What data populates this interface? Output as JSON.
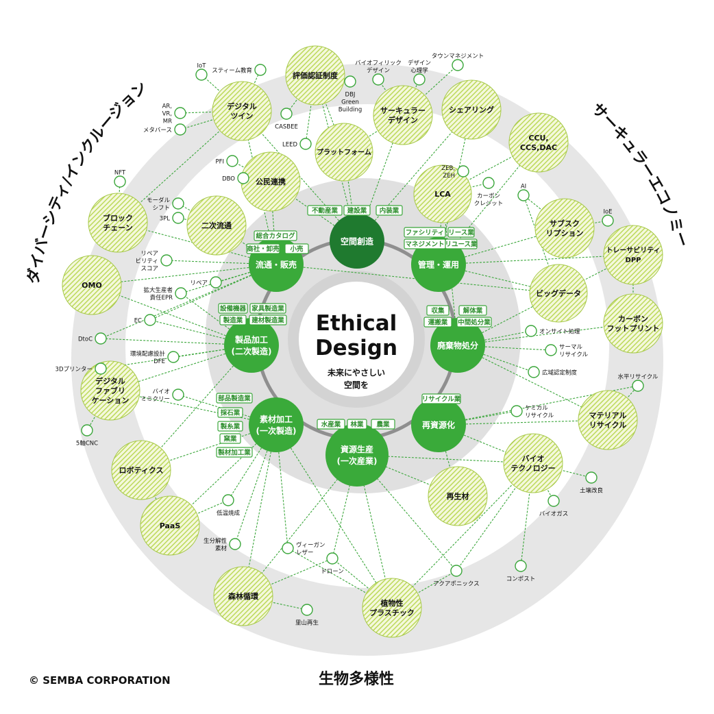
{
  "center": {
    "title_line1": "Ethical",
    "title_line2": "Design",
    "sub_line1": "未来にやさしい",
    "sub_line2": "空間を"
  },
  "themes": {
    "left": "ダイバーシティ/インクルージョン",
    "right": "サーキュラーエコノミー",
    "bottom": "生物多様性"
  },
  "copyright": "© SEMBA CORPORATION",
  "colors": {
    "core": "#1f7a2f",
    "primary": "#3aaa3a",
    "hatch": "#c9e27a",
    "line": "#3aa63a",
    "ring": "#e2e2e2",
    "inner_ring": "#bdbdbd"
  },
  "primary_nodes": [
    {
      "id": "space",
      "lines": [
        "空間創造"
      ],
      "dark": true
    },
    {
      "id": "mgmt",
      "lines": [
        "管理・運用"
      ]
    },
    {
      "id": "waste",
      "lines": [
        "廃棄物処分"
      ]
    },
    {
      "id": "recyc",
      "lines": [
        "再資源化"
      ]
    },
    {
      "id": "resource",
      "lines": [
        "資源生産",
        "(一次産業)"
      ]
    },
    {
      "id": "material",
      "lines": [
        "素材加工",
        "(一次製造)"
      ]
    },
    {
      "id": "product",
      "lines": [
        "製品加工",
        "(二次製造)"
      ]
    },
    {
      "id": "dist",
      "lines": [
        "流通・販売"
      ]
    }
  ],
  "tags": [
    {
      "id": "t1",
      "text": "不動産業"
    },
    {
      "id": "t2",
      "text": "建設業"
    },
    {
      "id": "t3",
      "text": "内装業"
    },
    {
      "id": "t4",
      "text": "ファシリティ"
    },
    {
      "id": "t5",
      "text": "マネジメント"
    },
    {
      "id": "t6",
      "text": "リース業"
    },
    {
      "id": "t7",
      "text": "リユース業"
    },
    {
      "id": "t8",
      "text": "収集"
    },
    {
      "id": "t9",
      "text": "運搬業"
    },
    {
      "id": "t10",
      "text": "解体業"
    },
    {
      "id": "t11",
      "text": "中間処分業"
    },
    {
      "id": "t12",
      "text": "リサイクル業"
    },
    {
      "id": "t13",
      "text": "水産業"
    },
    {
      "id": "t14",
      "text": "林業"
    },
    {
      "id": "t15",
      "text": "農業"
    },
    {
      "id": "t16",
      "text": "部品製造業"
    },
    {
      "id": "t17",
      "text": "採石業"
    },
    {
      "id": "t18",
      "text": "製糸業"
    },
    {
      "id": "t19",
      "text": "窯業"
    },
    {
      "id": "t20",
      "text": "製材加工業"
    },
    {
      "id": "t21",
      "text": "設備機器"
    },
    {
      "id": "t22",
      "text": "製造業"
    },
    {
      "id": "t23",
      "text": "家具製造業"
    },
    {
      "id": "t24",
      "text": "建材製造業"
    },
    {
      "id": "t25",
      "text": "総合カタログ"
    },
    {
      "id": "t26",
      "text": "商社・卸売"
    },
    {
      "id": "t27",
      "text": "小売"
    }
  ],
  "tech_nodes": [
    {
      "id": "hyoka",
      "lines": [
        "評価認証制度"
      ]
    },
    {
      "id": "circular",
      "lines": [
        "サーキュラー",
        "デザイン"
      ]
    },
    {
      "id": "share",
      "lines": [
        "シェアリング"
      ]
    },
    {
      "id": "platform",
      "lines": [
        "プラットフォーム"
      ]
    },
    {
      "id": "ccu",
      "lines": [
        "CCU,",
        "CCS,DAC"
      ]
    },
    {
      "id": "lca",
      "lines": [
        "LCA"
      ]
    },
    {
      "id": "subsc",
      "lines": [
        "サブスク",
        "リプション"
      ]
    },
    {
      "id": "trace",
      "lines": [
        "トレーサビリティ",
        "DPP"
      ]
    },
    {
      "id": "bigdata",
      "lines": [
        "ビッグデータ"
      ]
    },
    {
      "id": "carbonfp",
      "lines": [
        "カーボン",
        "フットプリント"
      ]
    },
    {
      "id": "matrecyc",
      "lines": [
        "マテリアル",
        "リサイクル"
      ]
    },
    {
      "id": "bio",
      "lines": [
        "バイオ",
        "テクノロジー"
      ]
    },
    {
      "id": "saiseizai",
      "lines": [
        "再生材"
      ]
    },
    {
      "id": "bioplastic",
      "lines": [
        "植物性",
        "プラスチック"
      ]
    },
    {
      "id": "forest",
      "lines": [
        "森林循環"
      ]
    },
    {
      "id": "paas",
      "lines": [
        "PaaS"
      ]
    },
    {
      "id": "robotics",
      "lines": [
        "ロボティクス"
      ]
    },
    {
      "id": "digifab",
      "lines": [
        "デジタル",
        "ファブリ",
        "ケーション"
      ]
    },
    {
      "id": "omo",
      "lines": [
        "OMO"
      ]
    },
    {
      "id": "blockchain",
      "lines": [
        "ブロック",
        "チェーン"
      ]
    },
    {
      "id": "nijiryutsu",
      "lines": [
        "二次流通"
      ]
    },
    {
      "id": "kominrenkei",
      "lines": [
        "公民連携"
      ]
    },
    {
      "id": "digitwin",
      "lines": [
        "デジタル",
        "ツイン"
      ]
    }
  ],
  "small_nodes": [
    {
      "id": "iot",
      "text": "IoT"
    },
    {
      "id": "steam",
      "text": "スティーム教育"
    },
    {
      "id": "arvr",
      "text": "AR, VR, MR"
    },
    {
      "id": "meta",
      "text": "メタバース"
    },
    {
      "id": "biophilic",
      "text": "バイオフィリック デザイン"
    },
    {
      "id": "designpsy",
      "text": "デザイン 心理学"
    },
    {
      "id": "townmgmt",
      "text": "タウンマネジメント"
    },
    {
      "id": "dbj",
      "text": "DBJ Green Building"
    },
    {
      "id": "casbee",
      "text": "CASBEE"
    },
    {
      "id": "leed",
      "text": "LEED"
    },
    {
      "id": "pfi",
      "text": "PFI"
    },
    {
      "id": "dbo",
      "text": "DBO"
    },
    {
      "id": "modal",
      "text": "モーダル シフト"
    },
    {
      "id": "3pl",
      "text": "3PL"
    },
    {
      "id": "nft",
      "text": "NFT"
    },
    {
      "id": "zeb",
      "text": "ZEB, ZEH"
    },
    {
      "id": "credit",
      "text": "カーボン クレジット"
    },
    {
      "id": "ai",
      "text": "AI"
    },
    {
      "id": "ioe",
      "text": "IoE"
    },
    {
      "id": "repairab",
      "text": "リペア ビリティ スコア"
    },
    {
      "id": "repair",
      "text": "リペア"
    },
    {
      "id": "epr",
      "text": "拡大生産者 責任EPR"
    },
    {
      "id": "ec",
      "text": "EC"
    },
    {
      "id": "dtoc",
      "text": "DtoC"
    },
    {
      "id": "dfe",
      "text": "環境配慮設計 DFE"
    },
    {
      "id": "3dp",
      "text": "3Dプリンター"
    },
    {
      "id": "biomimicry",
      "text": "バイオ ミミクリー"
    },
    {
      "id": "cnc",
      "text": "5軸CNC"
    },
    {
      "id": "onsite",
      "text": "オンサイト処理"
    },
    {
      "id": "thermal",
      "text": "サーマル リサイクル"
    },
    {
      "id": "kouiki",
      "text": "広域認定制度"
    },
    {
      "id": "suihei",
      "text": "水平リサイクル"
    },
    {
      "id": "chemical",
      "text": "ケミカル リサイクル"
    },
    {
      "id": "soil",
      "text": "土壌改良"
    },
    {
      "id": "biogas",
      "text": "バイオガス"
    },
    {
      "id": "compost",
      "text": "コンポスト"
    },
    {
      "id": "aquaponics",
      "text": "アクアポニックス"
    },
    {
      "id": "teion",
      "text": "低温焼成"
    },
    {
      "id": "bunkai",
      "text": "生分解性 素材"
    },
    {
      "id": "vegan",
      "text": "ヴィーガン レザー"
    },
    {
      "id": "drone",
      "text": "ドローン"
    },
    {
      "id": "satoyama",
      "text": "里山再生"
    }
  ]
}
